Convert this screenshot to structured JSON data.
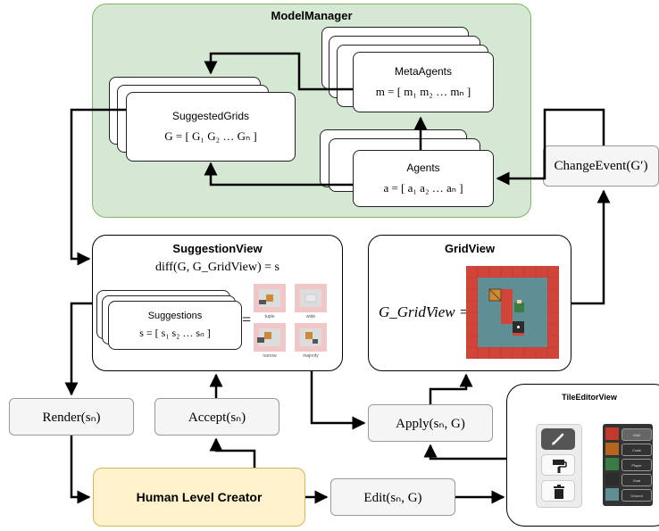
{
  "model_manager": {
    "title": "ModelManager",
    "suggested_grids": {
      "title": "SuggestedGrids",
      "formula": "G = [ G₁   G₂   …   Gₙ ]"
    },
    "meta_agents": {
      "title": "MetaAgents",
      "formula": "m = [ m₁   m₂   …   mₙ ]"
    },
    "agents": {
      "title": "Agents",
      "formula": "a = [ a₁   a₂   …   aₙ ]"
    }
  },
  "change_event": "ChangeEvent(G′)",
  "suggestion_view": {
    "title": "SuggestionView",
    "diff": "diff(G, G_GridView) = s",
    "suggestions": {
      "title": "Suggestions",
      "formula": "s = [ s₁   s₂   …   sₙ ]"
    },
    "equals": "=",
    "thumbnails": [
      "tuple",
      "wide",
      "narrow",
      "majority"
    ]
  },
  "grid_view": {
    "title": "GridView",
    "formula": "G_GridView  ="
  },
  "actions": {
    "render": "Render(sₙ)",
    "accept": "Accept(sₙ)",
    "apply": "Apply(sₙ, G)",
    "edit": "Edit(sₙ, G)"
  },
  "human_level_creator": "Human Level Creator",
  "tile_editor": {
    "title": "TileEditorView",
    "tools": [
      "pencil-icon",
      "paint-roller-icon",
      "trash-icon"
    ],
    "tiles": [
      {
        "label": "Wall",
        "color": "#c0392b"
      },
      {
        "label": "Crate",
        "color": "#b5651d"
      },
      {
        "label": "Player",
        "color": "#3a7d44"
      },
      {
        "label": "Goal",
        "color": "#2c2c2c"
      },
      {
        "label": "Ground",
        "color": "#5f8f95"
      }
    ]
  },
  "colors": {
    "model_manager_fill": "#d5e8d4",
    "model_manager_border": "#82b366",
    "human_fill": "#fff2cc",
    "human_border": "#d6b656",
    "wall": "#d0443a",
    "floor": "#5f8f95"
  }
}
